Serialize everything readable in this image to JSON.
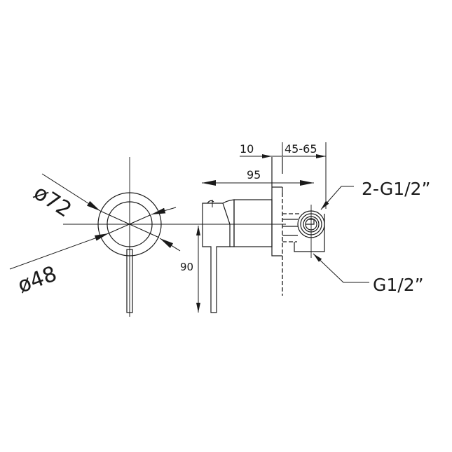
{
  "drawing": {
    "title": "Shower mixer technical drawing",
    "front_view": {
      "outer_diameter_label": "ø72",
      "inner_diameter_label": "ø48"
    },
    "side_view": {
      "dim_flange_label": "10",
      "dim_wall_depth_label": "45-65",
      "dim_total_length_label": "95",
      "dim_handle_height_label": "90"
    },
    "callouts": {
      "outlet_thread_label": "2-G1/2”",
      "inlet_thread_label": "G1/2”"
    },
    "colors": {
      "line": "#1a1a1a",
      "background": "#ffffff"
    }
  }
}
